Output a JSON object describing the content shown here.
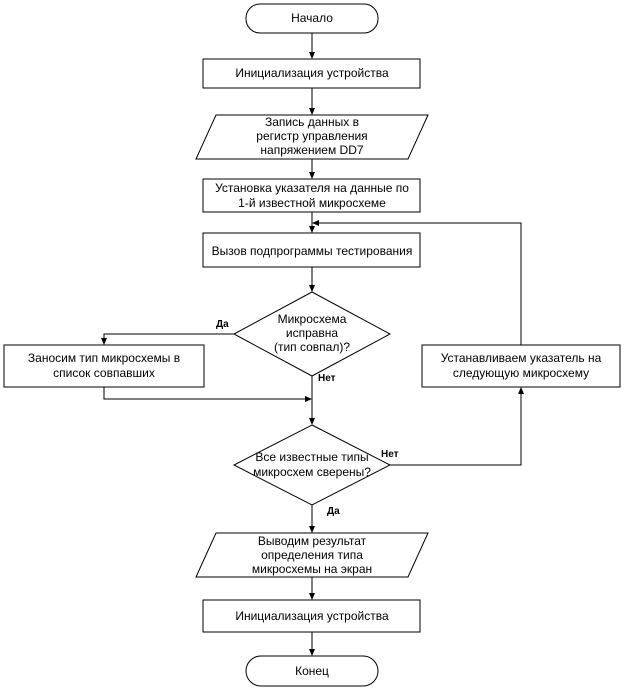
{
  "flowchart": {
    "start": "Начало",
    "init1": "Инициализация устройства",
    "write_data": [
      "Запись данных в",
      "регистр управления",
      "напряжением DD7"
    ],
    "set_pointer": [
      "Установка указателя на данные по",
      "1-й известной микросхеме"
    ],
    "call_test": "Вызов подпрограммы тестирования",
    "check_chip": [
      "Микросхема",
      "исправна",
      "(тип совпал)?"
    ],
    "add_to_list": [
      "Заносим тип микросхемы в",
      "список совпавших"
    ],
    "next_pointer": [
      "Устанавливаем указатель на",
      "следующую микросхему"
    ],
    "all_checked": [
      "Все известные типы",
      "микросхем сверены?"
    ],
    "output_result": [
      "Выводим результат",
      "определения типа",
      "микросхемы на экран"
    ],
    "init2": "Инициализация устройства",
    "end": "Конец",
    "labels": {
      "check_yes": "Да",
      "check_no": "Нет",
      "all_no": "Нет",
      "all_yes": "Да"
    }
  }
}
